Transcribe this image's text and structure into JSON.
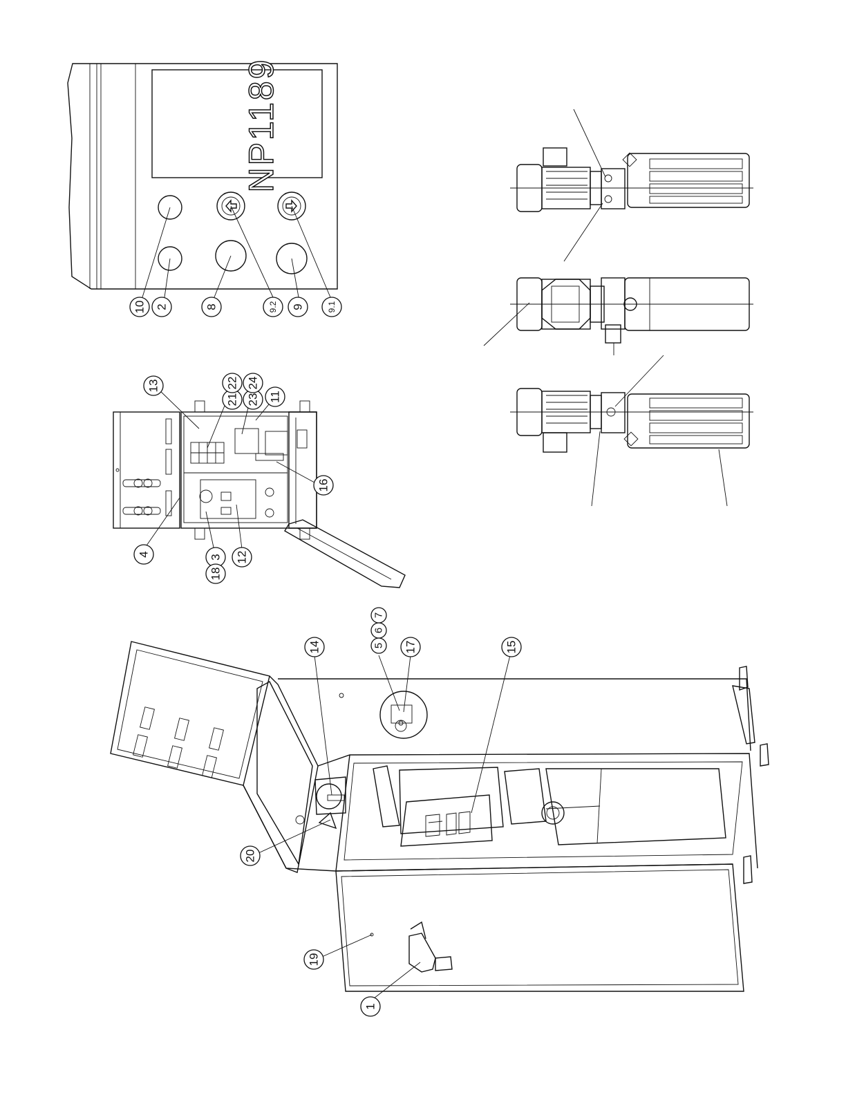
{
  "panel_label": "NP1189",
  "callouts": {
    "c10": "10",
    "c2": "2",
    "c8": "8",
    "c92": "9.2",
    "c9": "9",
    "c91": "9.1",
    "c13": "13",
    "c21": "21",
    "c22": "22",
    "c23": "23",
    "c24": "24",
    "c11": "11",
    "c16": "16",
    "c4": "4",
    "c18": "18",
    "c3": "3",
    "c12": "12",
    "c14": "14",
    "c5": "5",
    "c6": "6",
    "c7": "7",
    "c17": "17",
    "c15": "15",
    "c20": "20",
    "c19": "19",
    "c1": "1"
  }
}
